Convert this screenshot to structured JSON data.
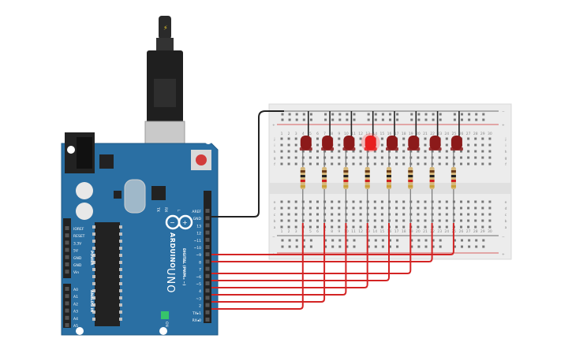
{
  "usb": {
    "bolt": "⚡"
  },
  "board": {
    "brand": "ARDUINO",
    "model": "UNO",
    "on_label": "ON",
    "tx_label": "TX",
    "rx_label": "RX",
    "l_label": "L",
    "power_header_title": "POWER",
    "power_pins": [
      "IOREF",
      "RESET",
      "3.3V",
      "5V",
      "GND",
      "GND",
      "Vin"
    ],
    "analog_header_title": "ANALOG IN",
    "analog_pins": [
      "A0",
      "A1",
      "A2",
      "A3",
      "A4",
      "A5"
    ],
    "digital_header_title": "DIGITAL (PWM= ~)",
    "digital_pins": [
      "AREF",
      "GND",
      "13",
      "12",
      "~11",
      "~10",
      "~9",
      "8",
      "7",
      "~6",
      "~5",
      "4",
      "~3",
      "2",
      "TX▸1",
      "RX◂0"
    ]
  },
  "breadboard": {
    "column_numbers": [
      "1",
      "2",
      "3",
      "4",
      "5",
      "6",
      "7",
      "8",
      "9",
      "10",
      "11",
      "12",
      "13",
      "14",
      "15",
      "16",
      "17",
      "18",
      "19",
      "20",
      "21",
      "22",
      "23",
      "24",
      "25",
      "26",
      "27",
      "28",
      "29",
      "30"
    ],
    "top_rows": [
      "j",
      "i",
      "h",
      "g",
      "f"
    ],
    "bottom_rows": [
      "e",
      "d",
      "c",
      "b",
      "a"
    ],
    "rail_plus": "+",
    "rail_minus": "−"
  },
  "leds": [
    {
      "state": "off",
      "color": "#8c1a1a"
    },
    {
      "state": "off",
      "color": "#8c1a1a"
    },
    {
      "state": "off",
      "color": "#8c1a1a"
    },
    {
      "state": "on",
      "color": "#e82020"
    },
    {
      "state": "off",
      "color": "#8c1a1a"
    },
    {
      "state": "off",
      "color": "#8c1a1a"
    },
    {
      "state": "off",
      "color": "#8c1a1a"
    },
    {
      "state": "off",
      "color": "#8c1a1a"
    }
  ],
  "colors": {
    "board": "#2a6fa3",
    "board_edge": "#1f5a86",
    "header": "#222222",
    "wire_signal": "#d32424",
    "wire_ground": "#222222",
    "breadboard": "#ececec",
    "rail_red": "#d33333"
  }
}
